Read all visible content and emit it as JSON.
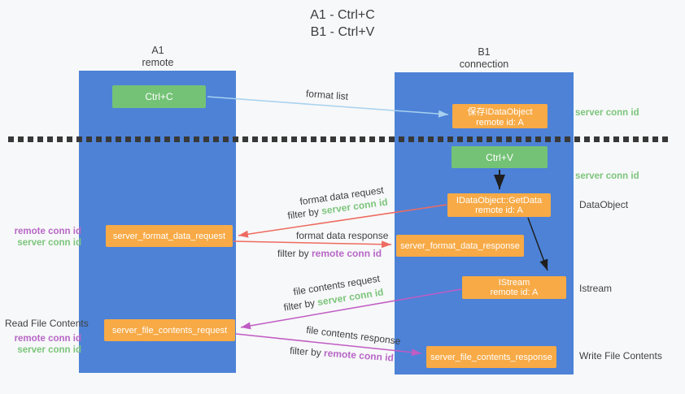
{
  "title": {
    "line1": "A1 - Ctrl+C",
    "line2": "B1 - Ctrl+V"
  },
  "lanes": {
    "left": {
      "name": "A1",
      "subtitle": "remote"
    },
    "right": {
      "name": "B1",
      "subtitle": "connection"
    }
  },
  "nodes": {
    "ctrl_c": {
      "label": "Ctrl+C"
    },
    "ctrl_v": {
      "label": "Ctrl+V"
    },
    "save_idataobject": {
      "line1": "保存IDataObject",
      "line2": "remote id: A"
    },
    "getdata": {
      "line1": "IDataObject::GetData",
      "line2": "remote id: A"
    },
    "istream": {
      "line1": "IStream",
      "line2": "remote id: A"
    },
    "format_request": {
      "label": "server_format_data_request"
    },
    "format_response": {
      "label": "server_format_data_response"
    },
    "file_request": {
      "label": "server_file_contents_request"
    },
    "file_response": {
      "label": "server_file_contents_response"
    }
  },
  "arrow_labels": {
    "format_list": "format list",
    "format_data_request": "format data request",
    "filter_server_1": {
      "prefix": "filter by ",
      "highlight": "server conn id"
    },
    "format_data_response": "format data response",
    "filter_remote_1": {
      "prefix": "filter by ",
      "highlight": "remote conn id"
    },
    "file_contents_request": "file contents request",
    "filter_server_2": {
      "prefix": "filter by ",
      "highlight": "server conn id"
    },
    "file_contents_response": "file contents response",
    "filter_remote_2": {
      "prefix": "filter by ",
      "highlight": "remote conn id"
    }
  },
  "side_labels": {
    "server_conn_top": "server conn id",
    "server_conn_mid": "server conn id",
    "dataobject": "DataObject",
    "istream": "Istream",
    "write_file": "Write File Contents",
    "read_file": "Read File Contents",
    "remote_conn_left_1": "remote conn id",
    "server_conn_left_1": "server conn id",
    "remote_conn_left_2": "remote conn id",
    "server_conn_left_2": "server conn id"
  },
  "colors": {
    "lane_blue": "#4d82d7",
    "node_green": "#74c276",
    "node_orange": "#f7aa46",
    "arrow_light_blue": "#a7d1ef",
    "arrow_red": "#ee6b61",
    "arrow_magenta": "#c05cc3",
    "arrow_black": "#1f1f1f",
    "label_green": "#7cc57c",
    "label_purple": "#b767c6",
    "text_dark": "#3f3f3f",
    "background": "#f7f8f9"
  }
}
